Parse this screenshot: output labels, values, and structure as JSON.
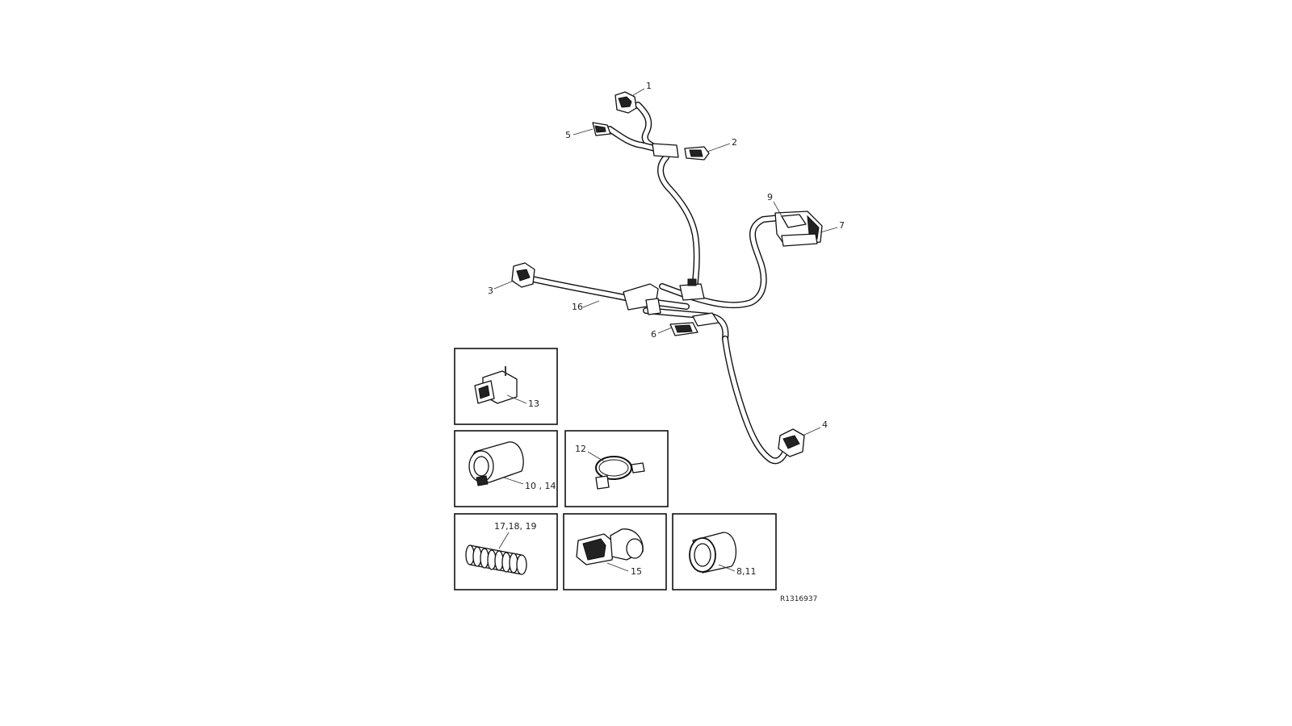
{
  "diagram": {
    "reference_code": "R1316937",
    "callouts": [
      {
        "id": "c1",
        "text": "1"
      },
      {
        "id": "c2",
        "text": "2"
      },
      {
        "id": "c3",
        "text": "3"
      },
      {
        "id": "c4",
        "text": "4"
      },
      {
        "id": "c5",
        "text": "5"
      },
      {
        "id": "c6",
        "text": "6"
      },
      {
        "id": "c7",
        "text": "7"
      },
      {
        "id": "c9",
        "text": "9"
      },
      {
        "id": "c16",
        "text": "16"
      }
    ],
    "insets": [
      {
        "id": "inset-13",
        "label": "13"
      },
      {
        "id": "inset-10-14",
        "label": "10 , 14"
      },
      {
        "id": "inset-12",
        "label": "12"
      },
      {
        "id": "inset-17-18-19",
        "label": "17,18, 19"
      },
      {
        "id": "inset-15",
        "label": "15"
      },
      {
        "id": "inset-8-11",
        "label": "8,11"
      }
    ]
  }
}
